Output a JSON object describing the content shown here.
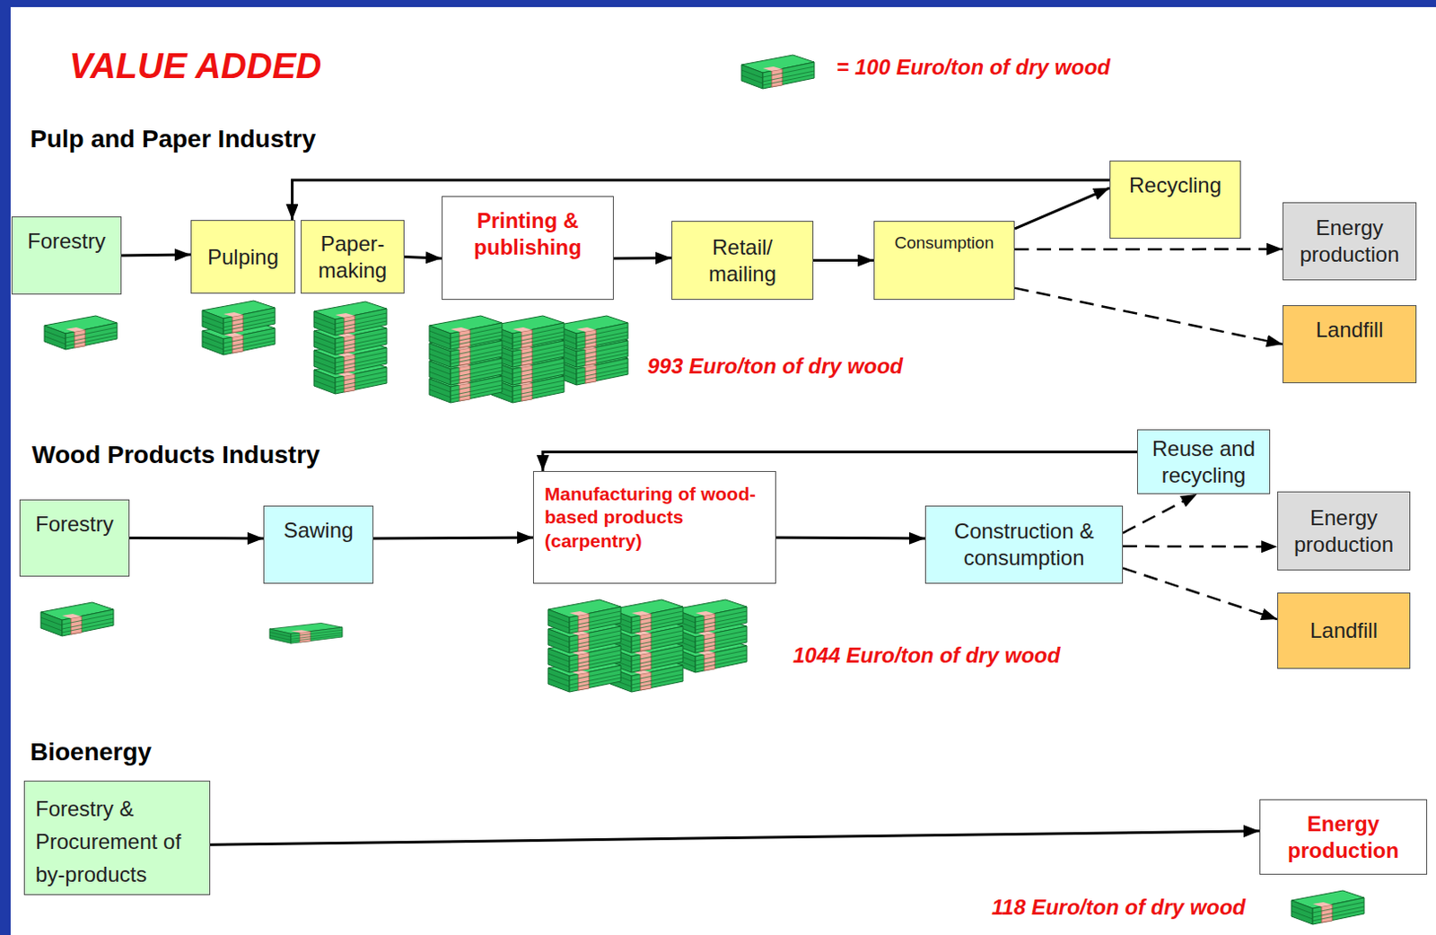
{
  "diagram": {
    "title": "VALUE ADDED",
    "nodes": [
      {
        "text": [
          "Forestry"
        ]
      },
      {
        "text": [
          "Pulping"
        ]
      },
      {
        "text": [
          "Paper-making"
        ]
      },
      {
        "text": [
          "Printing & publishing"
        ]
      },
      {
        "text": [
          "Retail/ mailing"
        ]
      },
      {
        "text": [
          "Consumption"
        ]
      },
      {
        "text": [
          "Recycling"
        ]
      },
      {
        "text": [
          "Energy production"
        ]
      },
      {
        "text": [
          "Landfill"
        ]
      },
      {
        "text": [
          "Forestry"
        ]
      },
      {
        "text": [
          "Sawing"
        ]
      },
      {
        "text": [
          "Manufacturing of wood-based products (carpentry)"
        ]
      },
      {
        "text": [
          "Construction & consumption"
        ]
      },
      {
        "text": [
          "Reuse and recycling"
        ]
      },
      {
        "text": [
          "Energy production"
        ]
      },
      {
        "text": [
          "Landfill"
        ]
      },
      {
        "text": [
          "Forestry & Procurement of by-products"
        ]
      },
      {
        "text": [
          "Energy production"
        ]
      }
    ],
    "edges": [
      {
        "from": 0,
        "to": 1,
        "arrow": "to"
      },
      {
        "from": 2,
        "to": 3,
        "arrow": "to"
      },
      {
        "from": 3,
        "to": 4,
        "arrow": "to"
      },
      {
        "from": 4,
        "to": 5,
        "arrow": "to"
      },
      {
        "from": 5,
        "to": 6,
        "arrow": "to"
      },
      {
        "from": 5,
        "to": 7,
        "arrow": "to"
      },
      {
        "from": 5,
        "to": 8,
        "arrow": "to"
      },
      {
        "from": 6,
        "to": 1,
        "arrow": "to"
      },
      {
        "from": 9,
        "to": 10,
        "arrow": "to"
      },
      {
        "from": 10,
        "to": 11,
        "arrow": "to"
      },
      {
        "from": 11,
        "to": 12,
        "arrow": "to"
      },
      {
        "from": 12,
        "to": 13,
        "arrow": "to"
      },
      {
        "from": 12,
        "to": 14,
        "arrow": "to"
      },
      {
        "from": 12,
        "to": 15,
        "arrow": "to"
      },
      {
        "from": 13,
        "to": 11,
        "arrow": "to"
      },
      {
        "from": 16,
        "to": 17,
        "arrow": "to"
      }
    ],
    "labels": [
      "Pulp and Paper Industry",
      "993 Euro/ton of dry wood",
      "Wood Products Industry",
      "1044 Euro/ton of dry wood",
      "Bioenergy",
      "118 Euro/ton of dry wood"
    ],
    "legend": [
      {
        "text": "= 100 Euro/ton of dry wood"
      }
    ]
  }
}
